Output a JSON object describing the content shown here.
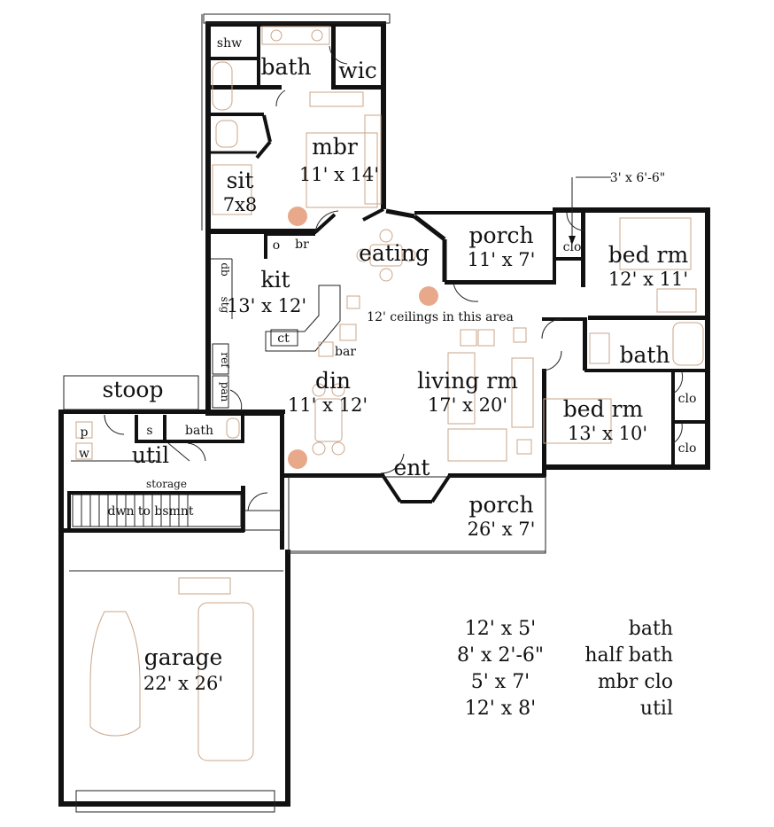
{
  "rooms": {
    "shw": "shw",
    "mbath": "bath",
    "wic": "wic",
    "mbr": "mbr",
    "mbr_size": "11' x 14'",
    "sit": "sit",
    "sit_size": "7x8",
    "br": "br",
    "o": "o",
    "eating": "eating",
    "porch_back": "porch",
    "porch_back_size": "11' x 7'",
    "clo_top": "clo",
    "bed1": "bed rm",
    "bed1_size": "12' x 11'",
    "dim_note": "3' x 6'-6\"",
    "kit": "kit",
    "kit_size": "13' x 12'",
    "db": "db",
    "stg": "stg",
    "ref": "ref",
    "pan": "pan",
    "ceiling_note": "12' ceilings in this area",
    "ct": "ct",
    "bar": "bar",
    "bath2": "bath",
    "clo_mid": "clo",
    "clo_low": "clo",
    "bed2": "bed rm",
    "bed2_size": "13' x 10'",
    "living": "living rm",
    "living_size": "17' x 20'",
    "din": "din",
    "din_size": "11' x 12'",
    "stoop": "stoop",
    "p": "p",
    "w": "w",
    "s": "s",
    "hbath": "bath",
    "util": "util",
    "storage": "storage",
    "stairs": "dwn to bsmnt",
    "ent": "ent",
    "porch_front": "porch",
    "porch_front_size": "26' x 7'",
    "garage": "garage",
    "garage_size": "22' x 26'"
  },
  "schedule": [
    {
      "name": "bath",
      "size": "12' x 5'"
    },
    {
      "name": "half bath",
      "size": "8' x 2'-6\""
    },
    {
      "name": "mbr clo",
      "size": "5' x 7'"
    },
    {
      "name": "util",
      "size": "12' x 8'"
    }
  ],
  "colors": {
    "wall": "#111111",
    "fixture": "#c9a58a",
    "plant": "#e8a98a"
  }
}
